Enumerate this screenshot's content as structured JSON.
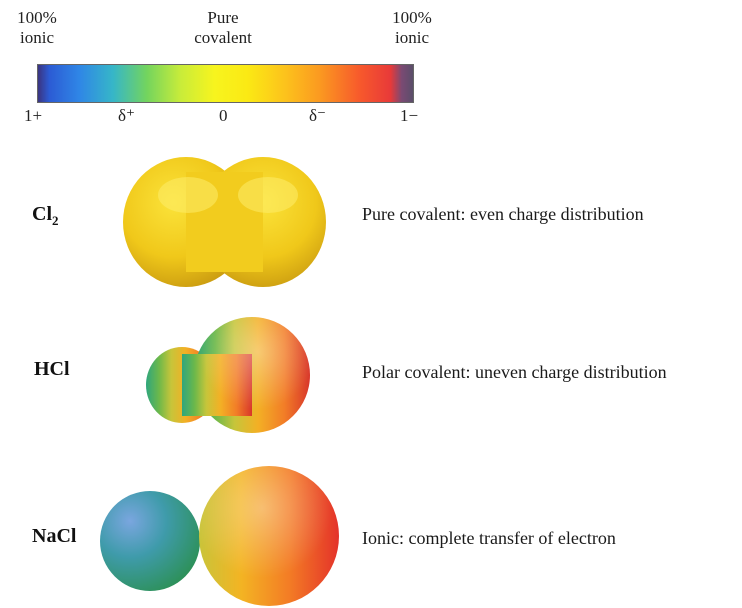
{
  "scale": {
    "left_label_line1": "100%",
    "left_label_line2": "ionic",
    "center_label_line1": "Pure",
    "center_label_line2": "covalent",
    "right_label_line1": "100%",
    "right_label_line2": "ionic",
    "ticks": [
      "1+",
      "δ⁺",
      "0",
      "δ⁻",
      "1−"
    ]
  },
  "molecules": [
    {
      "name_base": "Cl",
      "name_sub": "2",
      "description": "Pure covalent: even charge distribution"
    },
    {
      "name_base": "HCl",
      "name_sub": "",
      "description": "Polar covalent: uneven charge distribution"
    },
    {
      "name_base": "NaCl",
      "name_sub": "",
      "description": "Ionic: complete transfer of electron"
    }
  ],
  "colors": {
    "positive": "#2f86e6",
    "neutral": "#f7f41e",
    "negative": "#e83a39"
  }
}
